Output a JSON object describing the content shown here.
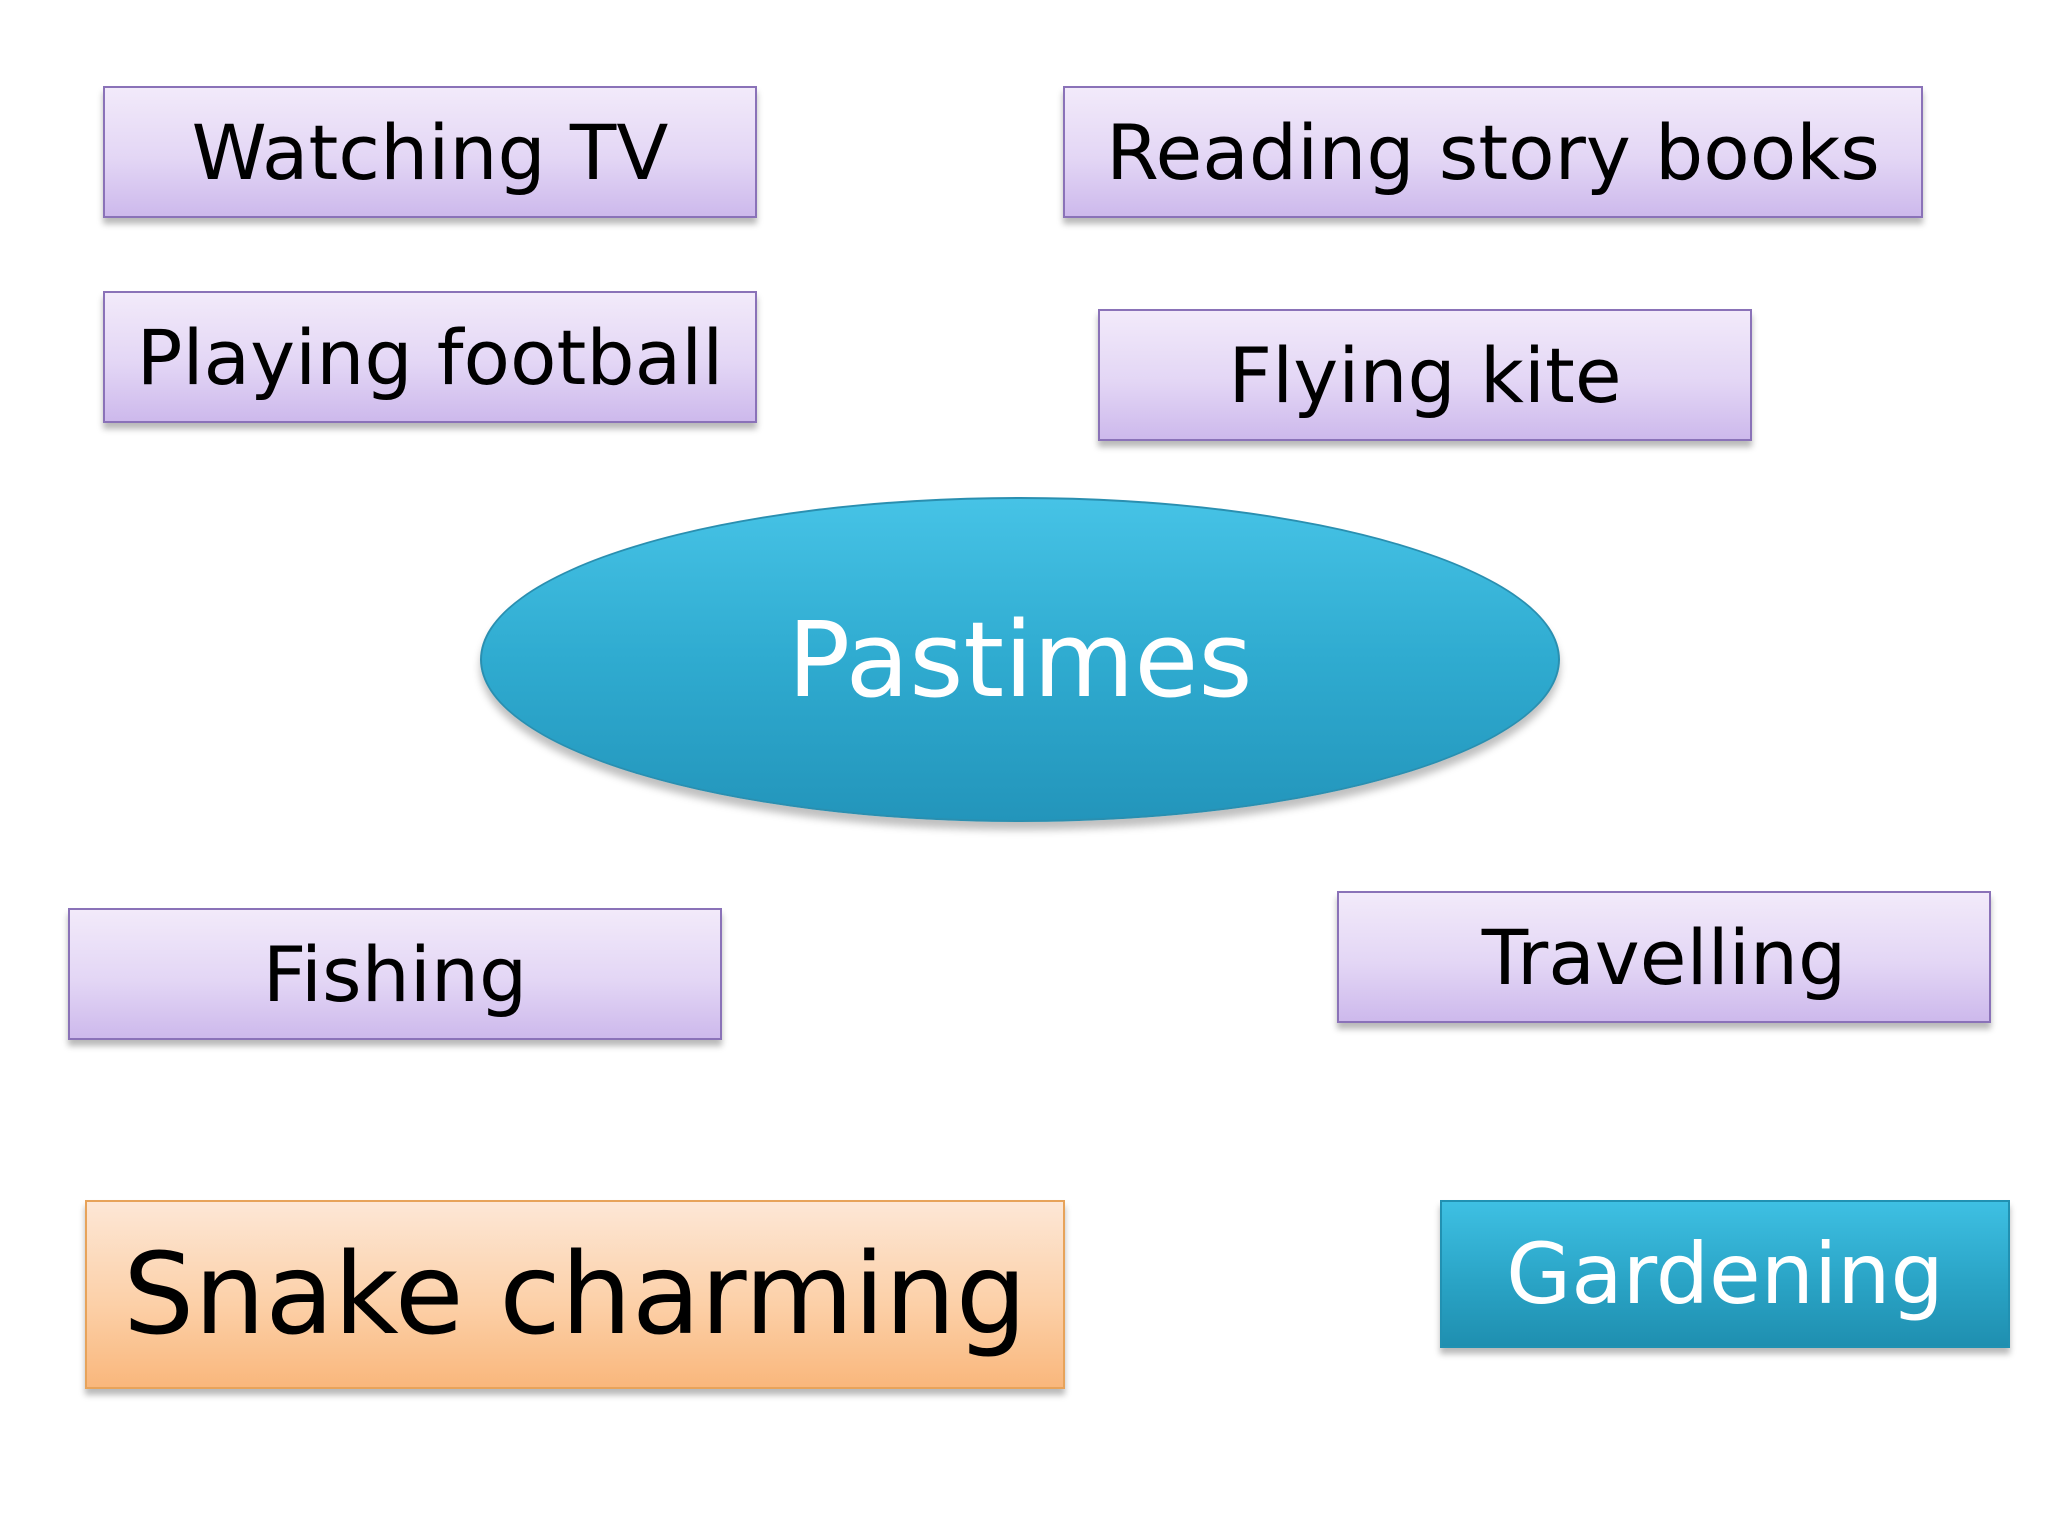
{
  "center": {
    "label": "Pastimes"
  },
  "pastimes": {
    "watching_tv": "Watching TV",
    "reading": "Reading story books",
    "football": "Playing football",
    "kite": "Flying kite",
    "fishing": "Fishing",
    "travelling": "Travelling",
    "snake_charming": "Snake charming",
    "gardening": "Gardening"
  },
  "colors": {
    "purple_box": "#e3d6f5",
    "purple_border": "#8a72b8",
    "orange_box": "#fcd0a8",
    "teal_box": "#2aa4c6",
    "ellipse": "#2fabd0"
  }
}
